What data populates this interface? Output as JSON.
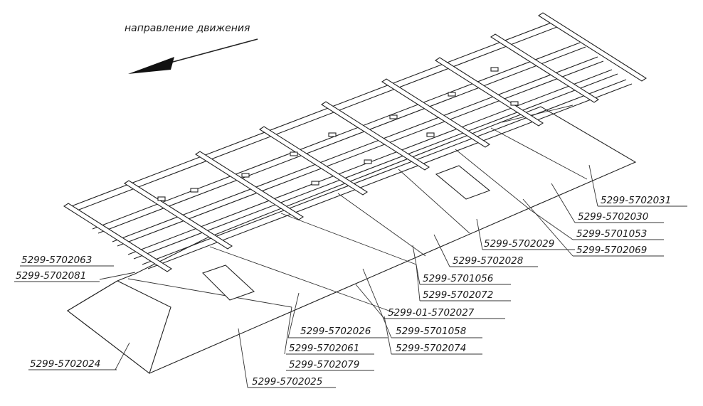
{
  "direction_label": "направление движения",
  "labels": [
    "5299-5702063",
    "5299-5702081",
    "5299-5702024",
    "5299-5702026",
    "5299-5702061",
    "5299-5702079",
    "5299-5702025",
    "5299-5701058",
    "5299-5702074",
    "5299-01-5702027",
    "5299-5701056",
    "5299-5702072",
    "5299-5702028",
    "5299-5702029",
    "5299-5701053",
    "5299-5702069",
    "5299-5702030",
    "5299-5702031"
  ],
  "line_color": "#222222",
  "background": "#ffffff"
}
